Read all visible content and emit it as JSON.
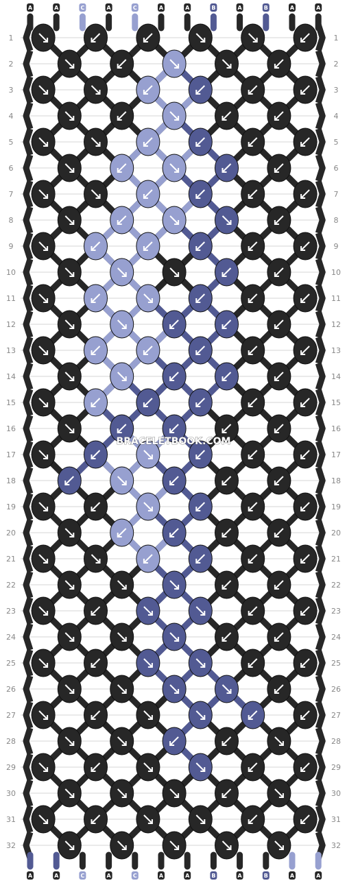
{
  "watermark": "BRACELETBOOK.COM",
  "strand_labels": [
    "A",
    "A",
    "C",
    "A",
    "C",
    "A",
    "A",
    "B",
    "A",
    "B",
    "A",
    "A"
  ],
  "colors": {
    "A": "#272727",
    "B": "#525a93",
    "C": "#97a0d0"
  },
  "arrow_color": "#ffffff",
  "row_count": 32,
  "rows": [
    [
      "AR",
      "AL",
      "AL",
      "AR",
      "AR",
      "AL"
    ],
    [
      "AR",
      "AL",
      "CR",
      "AR",
      "AL"
    ],
    [
      "AR",
      "AR",
      "CL",
      "BL",
      "AL",
      "AL"
    ],
    [
      "AR",
      "AL",
      "CR",
      "AL",
      "AL"
    ],
    [
      "AR",
      "AR",
      "CL",
      "BL",
      "AL",
      "AL"
    ],
    [
      "AR",
      "CL",
      "CR",
      "BL",
      "AL"
    ],
    [
      "AR",
      "AR",
      "CL",
      "BL",
      "AL",
      "AL"
    ],
    [
      "AR",
      "CL",
      "CR",
      "BR",
      "AL"
    ],
    [
      "AR",
      "CL",
      "CL",
      "BL",
      "AL",
      "AL"
    ],
    [
      "AR",
      "CR",
      "AR",
      "BL",
      "AL"
    ],
    [
      "AR",
      "CL",
      "CR",
      "BL",
      "AL",
      "AL"
    ],
    [
      "AR",
      "CR",
      "BL",
      "BL",
      "AL"
    ],
    [
      "AR",
      "CL",
      "CL",
      "BL",
      "AL",
      "AL"
    ],
    [
      "AR",
      "CR",
      "BL",
      "BL",
      "AL"
    ],
    [
      "AR",
      "CL",
      "BL",
      "BL",
      "AL",
      "AL"
    ],
    [
      "AR",
      "BL",
      "BL",
      "AL",
      "AL"
    ],
    [
      "AR",
      "BL",
      "CR",
      "BL",
      "AL",
      "AL"
    ],
    [
      "BL",
      "CR",
      "BL",
      "AL",
      "AL"
    ],
    [
      "AR",
      "AL",
      "CR",
      "BL",
      "AL",
      "AL"
    ],
    [
      "AR",
      "CL",
      "BL",
      "AL",
      "AL"
    ],
    [
      "AR",
      "AR",
      "CL",
      "BL",
      "AL",
      "AL"
    ],
    [
      "AR",
      "AR",
      "BR",
      "AL",
      "AL"
    ],
    [
      "AR",
      "AL",
      "BR",
      "BR",
      "AL",
      "AL"
    ],
    [
      "AR",
      "AR",
      "BR",
      "AL",
      "AL"
    ],
    [
      "AR",
      "AL",
      "BR",
      "BR",
      "AL",
      "AL"
    ],
    [
      "AR",
      "AR",
      "BR",
      "BR",
      "AL"
    ],
    [
      "AR",
      "AL",
      "AR",
      "BR",
      "BL",
      "AL"
    ],
    [
      "AR",
      "AR",
      "BL",
      "AL",
      "AR"
    ],
    [
      "AR",
      "AL",
      "AR",
      "BR",
      "AL",
      "AL"
    ],
    [
      "AR",
      "AR",
      "AR",
      "AL",
      "AR"
    ],
    [
      "AR",
      "AL",
      "AR",
      "AR",
      "AL",
      "AL"
    ],
    [
      "AR",
      "AR",
      "AR",
      "AR",
      "AR"
    ]
  ]
}
